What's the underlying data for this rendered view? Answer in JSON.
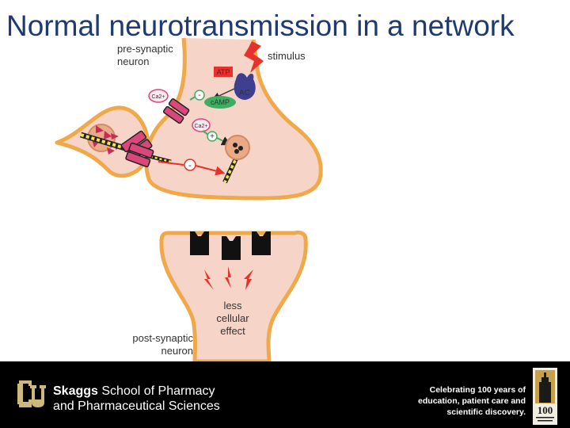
{
  "slide": {
    "title": "Normal neurotransmission in a network"
  },
  "diagram": {
    "presynaptic_label_1": "pre-synaptic",
    "presynaptic_label_2": "neuron",
    "stimulus": "stimulus",
    "atp": "ATP",
    "ac": "AC",
    "camp": "cAMP",
    "ca_1": "Ca2+",
    "ca_2": "Ca2+",
    "minus_1": "-",
    "plus": "+",
    "minus_2": "-",
    "effect_1": "less",
    "effect_2": "cellular",
    "effect_3": "effect",
    "postsynaptic_label_1": "post-synaptic",
    "postsynaptic_label_2": "neuron"
  },
  "footer": {
    "brand": "Skaggs",
    "school_line1_rest": " School of Pharmacy",
    "school_line2": "and Pharmaceutical Sciences",
    "celebrate_1": "Celebrating 100 years of",
    "celebrate_2": "education, patient care and",
    "celebrate_3": "scientific discovery.",
    "centennial_number": "100"
  },
  "colors": {
    "title": "#1f3a70",
    "neuron_fill": "#f6d5c8",
    "neuron_outline": "#f0a94a",
    "arrow_red": "#e8312a",
    "ac_blue": "#3e3f8f",
    "camp_green": "#3fae64",
    "channel_pink": "#d9477b",
    "footer_bg": "#000000",
    "logo_gold": "#cfb87c"
  }
}
